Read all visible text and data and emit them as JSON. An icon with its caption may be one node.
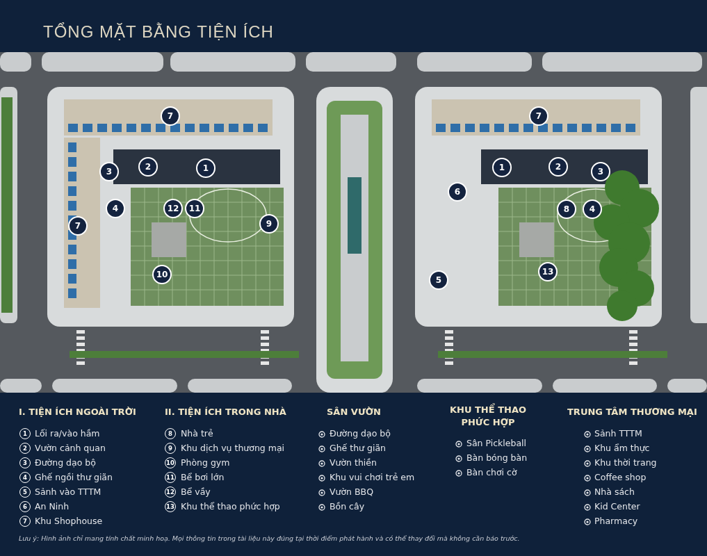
{
  "diagram": {
    "title": "TỔNG MẶT BẰNG TIỆN ÍCH",
    "labels": [
      "7",
      "7",
      "3",
      "2",
      "1",
      "1",
      "2",
      "3",
      "6",
      "4",
      "12",
      "11",
      "8",
      "4",
      "7",
      "9",
      "10",
      "5",
      "13",
      "I. TIỆN ÍCH NGOÀI TRỜI",
      "1",
      "Lối ra/vào hầm",
      "2",
      "Vườn cảnh quan",
      "3",
      "Đường dạo bộ",
      "4",
      "Ghế ngồi thư giãn",
      "5",
      "Sảnh vào TTTM",
      "6",
      "An Ninh",
      "7",
      "Khu Shophouse",
      "II. TIỆN ÍCH TRONG NHÀ",
      "8",
      "Nhà trẻ",
      "9",
      "Khu dịch vụ thương mại",
      "10",
      "Phòng gym",
      "11",
      "Bể bơi lớn",
      "12",
      "Bể vầy",
      "13",
      "Khu thể thao phức hợp",
      "SÂN VƯỜN",
      "Đường dạo bộ",
      "Ghế thư giãn",
      "Vườn thiền",
      "Khu vui chơi trẻ em",
      "Vườn BBQ",
      "Bồn cây",
      "KHU THỂ THAO PHỨC HỢP",
      "Sân Pickleball",
      "Bàn bóng bàn",
      "Bàn chơi cờ",
      "TRUNG TÂM THƯƠNG MẠI",
      "Sảnh TTTM",
      "Khu ẩm thực",
      "Khu thời trang",
      "Coffee shop",
      "Nhà sách",
      "Kid Center",
      "Pharmacy",
      "Lưu ý: Hình ảnh chỉ mang tính chất minh hoạ. Mọi thông tin trong tài liệu này đúng tại thời điểm phát hành và có thể thay đổi mà không cần báo trước."
    ]
  }
}
